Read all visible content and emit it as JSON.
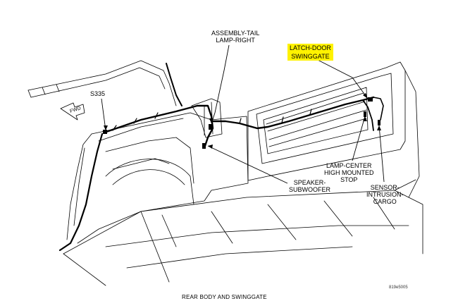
{
  "labels": {
    "tail_lamp": [
      "ASSEMBLY-TAIL",
      "LAMP-RIGHT"
    ],
    "latch": [
      "LATCH-DOOR",
      "SWINGGATE"
    ],
    "s335": "S335",
    "speaker": [
      "SPEAKER-",
      "SUBWOOFER"
    ],
    "lamp_center": [
      "LAMP-CENTER",
      "HIGH MOUNTED",
      "STOP"
    ],
    "sensor": [
      "SENSOR-",
      "INTRUSION-",
      "CARGO"
    ]
  },
  "highlight_color": "#fff200",
  "figure_id": "819e5005",
  "caption": "REAR BODY AND SWINGGATE",
  "arrow_text": "FWD"
}
